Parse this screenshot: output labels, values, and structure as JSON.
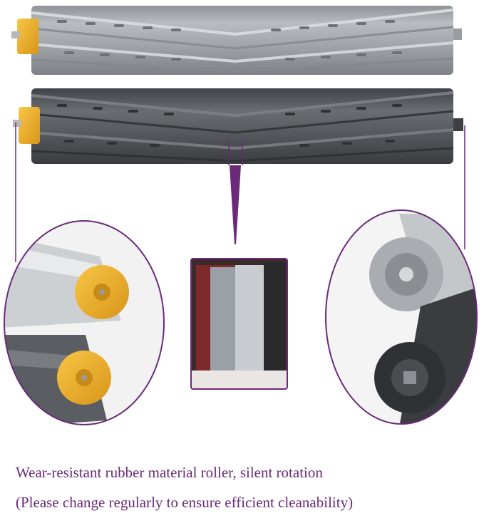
{
  "caption": {
    "line1": "Wear-resistant rubber material roller, silent rotation",
    "line2": "(Please change regularly to ensure efficient cleanability)"
  },
  "colors": {
    "accent": "#6b2a7a",
    "roller_light": "#a9adb2",
    "roller_dark": "#5b5e62",
    "end_cap": "#f0b12a"
  },
  "icons": [
    "light-roller",
    "dark-roller",
    "yellow-end-cap",
    "zoom-callout"
  ]
}
